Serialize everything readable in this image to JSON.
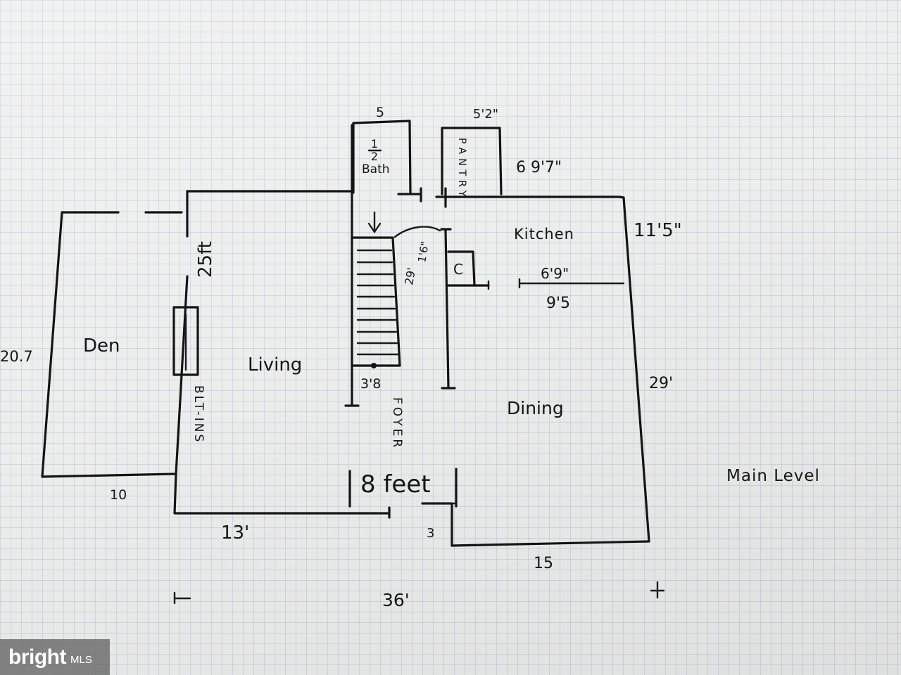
{
  "rooms": {
    "den": "Den",
    "living": "Living",
    "kitchen": "Kitchen",
    "dining": "Dining",
    "half_bath_fraction_top": "1",
    "half_bath_fraction_bottom": "2",
    "half_bath_word": "Bath",
    "pantry": "PANTRY",
    "closet": "C",
    "foyer": "FOYER",
    "built_ins": "BLT-INS"
  },
  "dimensions": {
    "bath_width": "5",
    "pantry_width": "5'2\"",
    "pantry_depth": "6 9'7\"",
    "kitchen_depth": "11'5\"",
    "kitchen_width_top": "6'9\"",
    "kitchen_width_bottom": "9'5",
    "den_depth": "20.7",
    "den_width": "10",
    "living_depth": "25ft",
    "living_width": "13'",
    "stair_length": "29'",
    "stair_width": "3'8",
    "foyer_width": "8 feet",
    "closet_width": "1'6\"",
    "dining_depth": "29'",
    "dining_offset": "3",
    "dining_width": "15",
    "overall_width": "36'"
  },
  "title": "Main Level",
  "watermark": {
    "brand": "bright",
    "suffix": "MLS"
  }
}
